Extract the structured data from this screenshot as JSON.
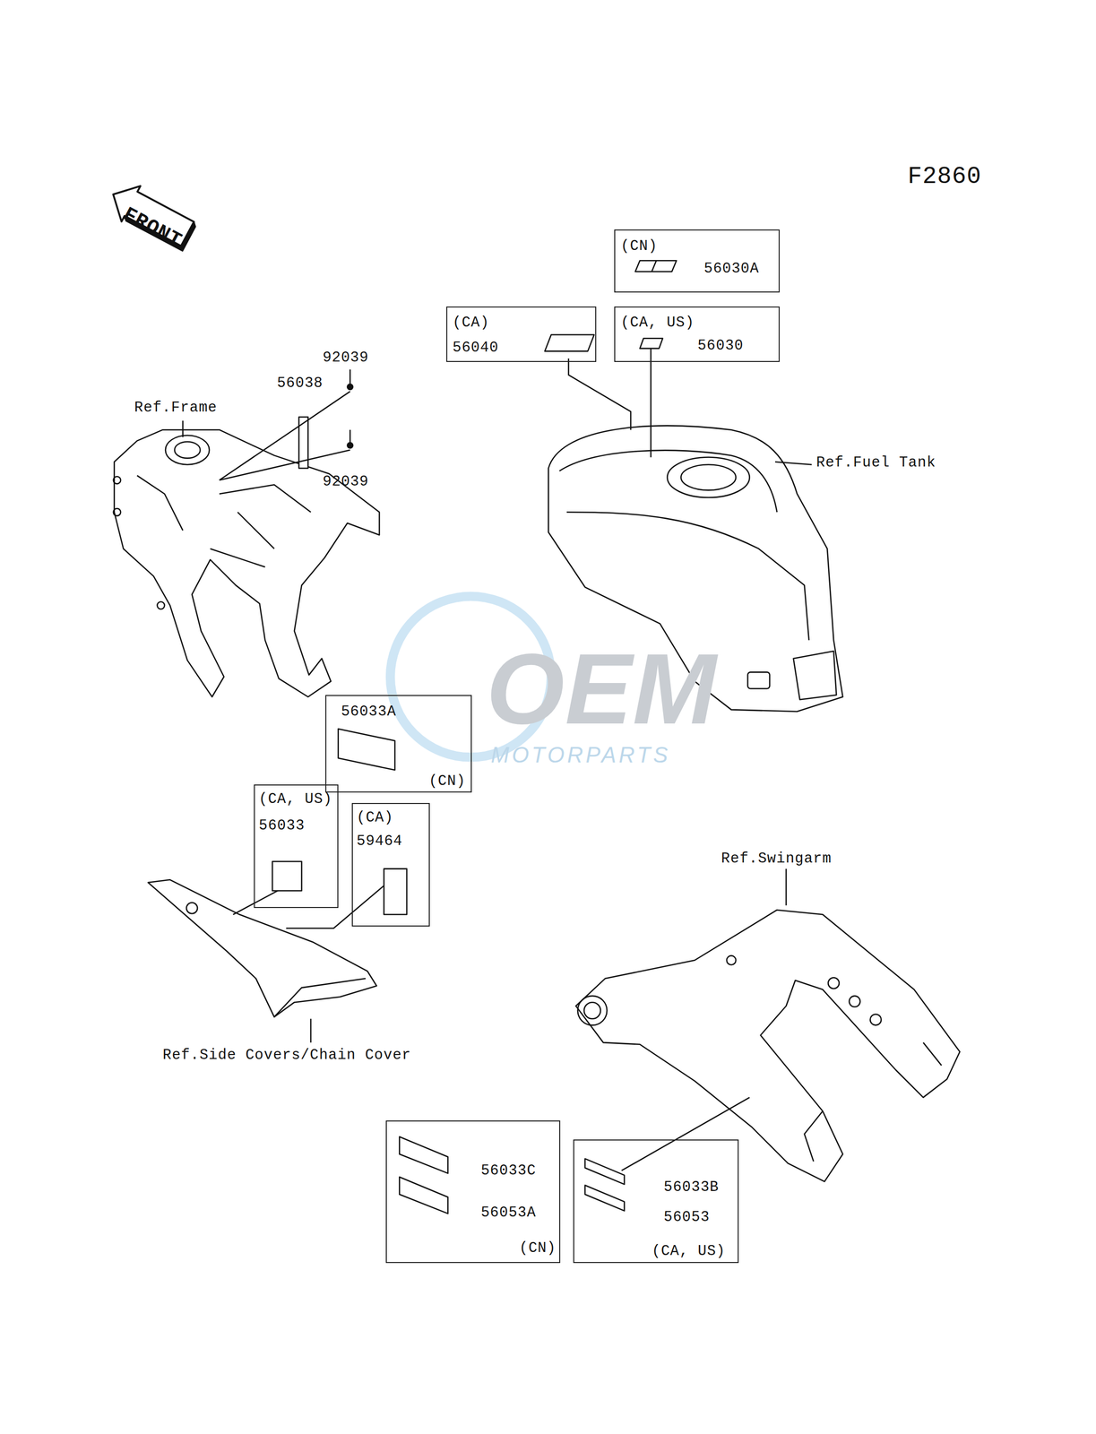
{
  "diagram": {
    "nodes": [
      {
        "text": [
          "(CN)",
          "56030A"
        ]
      },
      {
        "text": [
          "(CA)",
          "56040"
        ]
      },
      {
        "text": [
          "(CA, US)",
          "56030"
        ]
      },
      {
        "text": [
          "56033A",
          "(CN)"
        ]
      },
      {
        "text": [
          "(CA, US)",
          "56033"
        ]
      },
      {
        "text": [
          "(CA)",
          "59464"
        ]
      },
      {
        "text": [
          "56033C",
          "56053A",
          "(CN)"
        ]
      },
      {
        "text": [
          "56033B",
          "56053",
          "(CA, US)"
        ]
      }
    ],
    "labels": [
      "F2860",
      "FRONT",
      "Ref.Frame",
      "56038",
      "92039",
      "92039",
      "Ref.Fuel Tank",
      "OEM",
      "MOTORPARTS",
      "Ref.Side Covers/Chain Cover",
      "Ref.Swingarm"
    ]
  }
}
